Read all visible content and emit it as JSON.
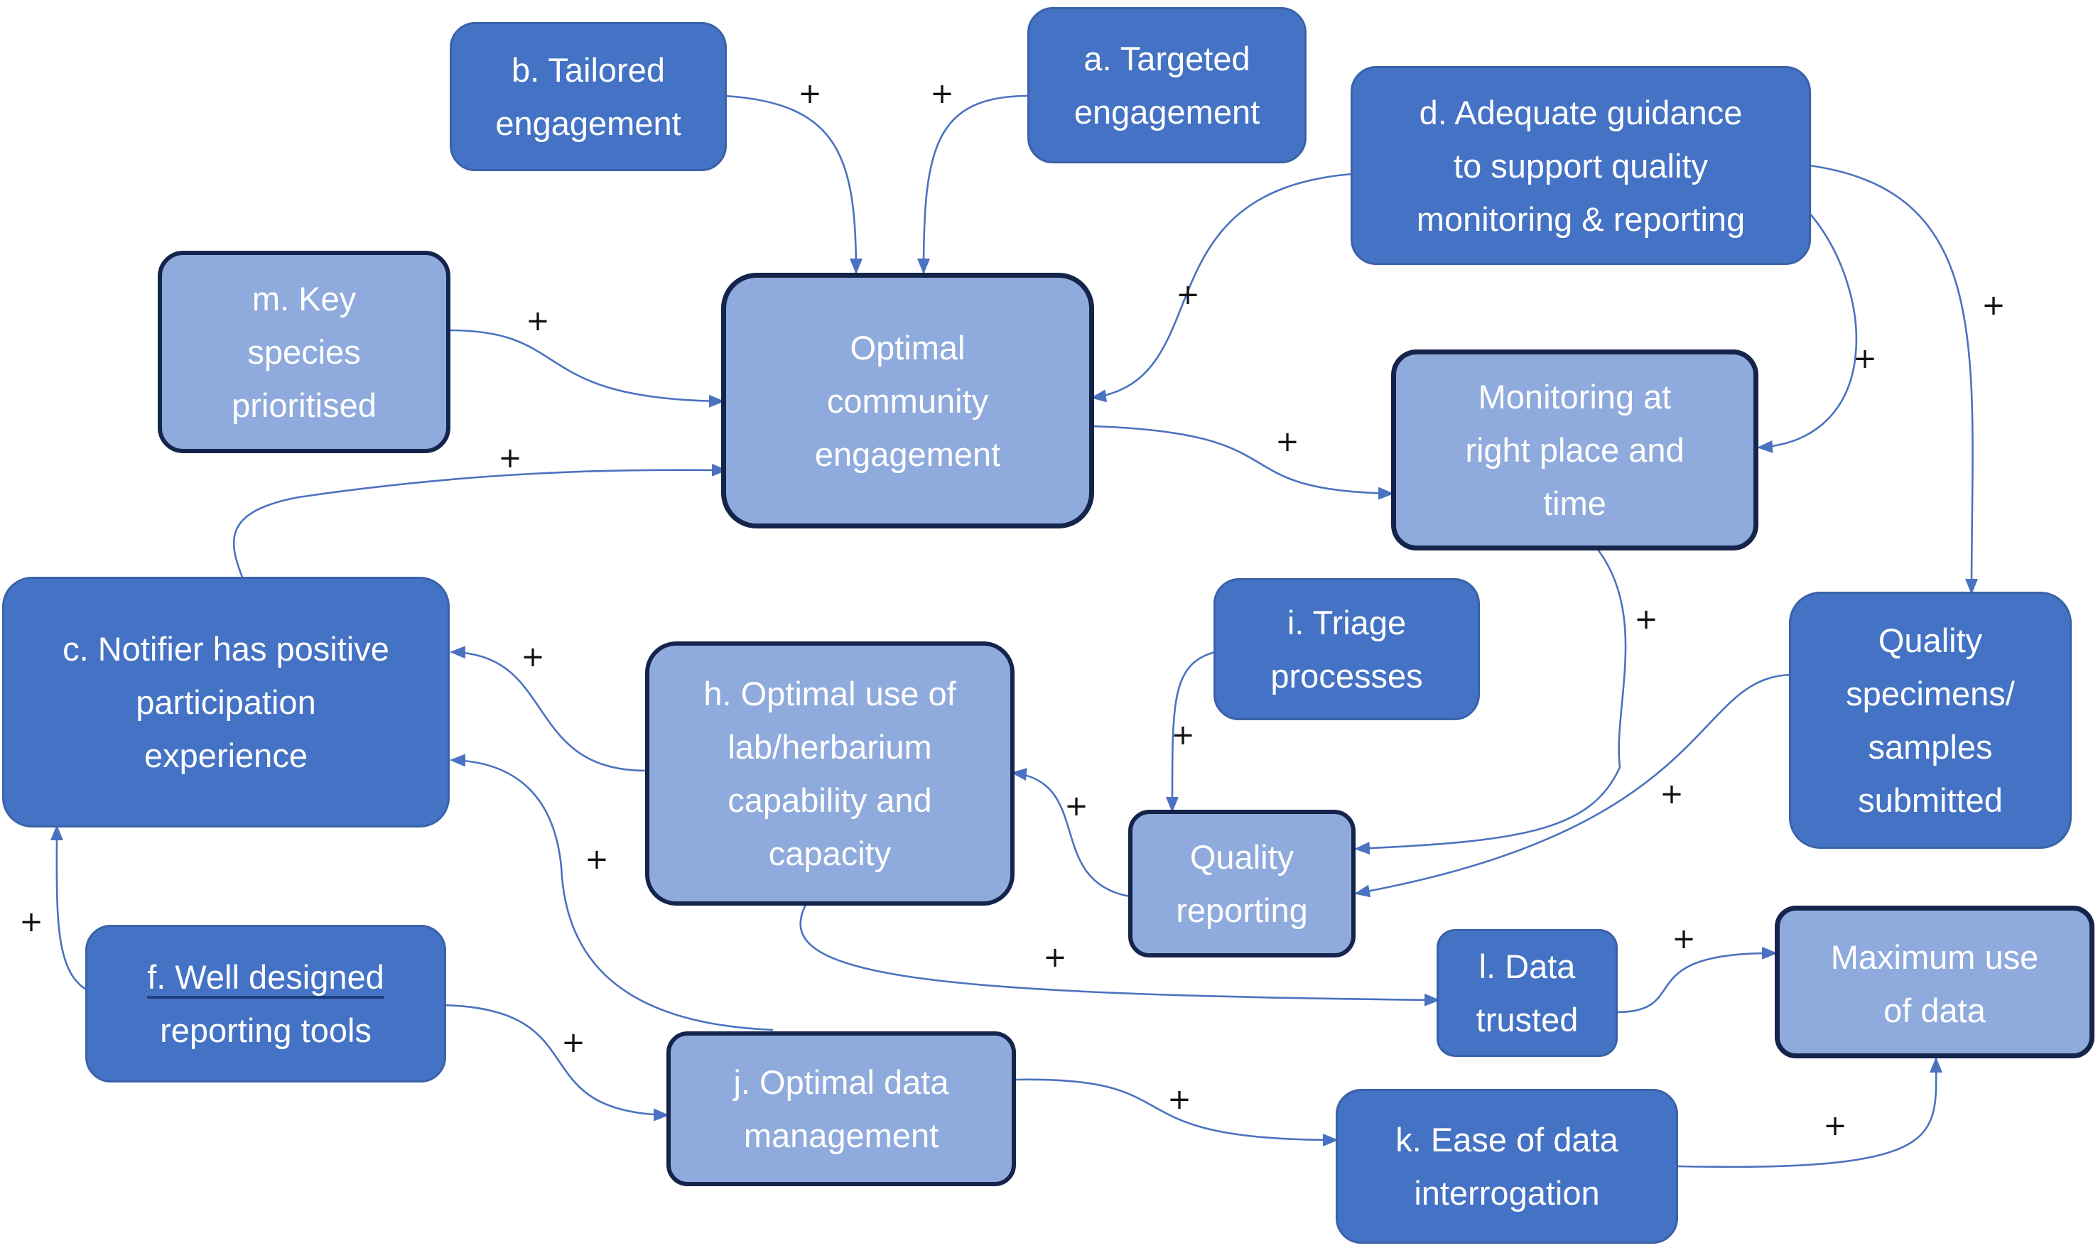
{
  "colors": {
    "dark_box": "#4472c4",
    "light_box": "#8faadc",
    "outline": "#15244a",
    "arrow": "#4a72c0",
    "sign": "#111111"
  },
  "nodes": {
    "b": {
      "lines": [
        "b. Tailored",
        "engagement"
      ]
    },
    "a": {
      "lines": [
        "a. Targeted",
        "engagement"
      ]
    },
    "d": {
      "lines": [
        "d. Adequate guidance",
        "to support quality",
        "monitoring & reporting"
      ]
    },
    "m": {
      "lines": [
        "m. Key",
        "species",
        "prioritised"
      ]
    },
    "opt_community": {
      "lines": [
        "Optimal",
        "community",
        "engagement"
      ]
    },
    "monitoring": {
      "lines": [
        "Monitoring at",
        "right place and",
        "time"
      ]
    },
    "c": {
      "lines": [
        "c. Notifier has positive",
        "participation",
        "experience"
      ]
    },
    "h": {
      "lines": [
        "h. Optimal use of",
        "lab/herbarium",
        "capability and",
        "capacity"
      ]
    },
    "i": {
      "lines": [
        "i. Triage",
        "processes"
      ]
    },
    "quality_specimens": {
      "lines": [
        "Quality",
        "specimens/",
        "samples",
        "submitted"
      ]
    },
    "quality_reporting": {
      "lines": [
        "Quality",
        "reporting"
      ]
    },
    "f": {
      "lines": [
        "f. Well designed",
        "reporting tools"
      ]
    },
    "l": {
      "lines": [
        "l. Data",
        "trusted"
      ]
    },
    "max_use": {
      "lines": [
        "Maximum use",
        "of data"
      ]
    },
    "j": {
      "lines": [
        "j. Optimal data",
        "management"
      ]
    },
    "k": {
      "lines": [
        "k. Ease of data",
        "interrogation"
      ]
    }
  },
  "edge_sign": "+",
  "edges": [
    {
      "from": "b",
      "to": "opt_community",
      "sign": "+"
    },
    {
      "from": "a",
      "to": "opt_community",
      "sign": "+"
    },
    {
      "from": "d",
      "to": "opt_community",
      "sign": "+"
    },
    {
      "from": "d",
      "to": "monitoring",
      "sign": "+"
    },
    {
      "from": "d",
      "to": "quality_specimens",
      "sign": "+"
    },
    {
      "from": "m",
      "to": "opt_community",
      "sign": "+"
    },
    {
      "from": "c",
      "to": "opt_community",
      "sign": "+"
    },
    {
      "from": "opt_community",
      "to": "monitoring",
      "sign": "+"
    },
    {
      "from": "monitoring",
      "to": "quality_reporting",
      "sign": "+"
    },
    {
      "from": "quality_specimens",
      "to": "quality_reporting",
      "sign": "+"
    },
    {
      "from": "i",
      "to": "quality_reporting",
      "sign": "+"
    },
    {
      "from": "quality_reporting",
      "to": "h",
      "sign": "+"
    },
    {
      "from": "h",
      "to": "c",
      "sign": "+"
    },
    {
      "from": "j",
      "to": "c",
      "sign": "+"
    },
    {
      "from": "f",
      "to": "c",
      "sign": "+"
    },
    {
      "from": "f",
      "to": "j",
      "sign": "+"
    },
    {
      "from": "h",
      "to": "l",
      "sign": "+"
    },
    {
      "from": "l",
      "to": "max_use",
      "sign": "+"
    },
    {
      "from": "j",
      "to": "k",
      "sign": "+"
    },
    {
      "from": "k",
      "to": "max_use",
      "sign": "+"
    }
  ]
}
